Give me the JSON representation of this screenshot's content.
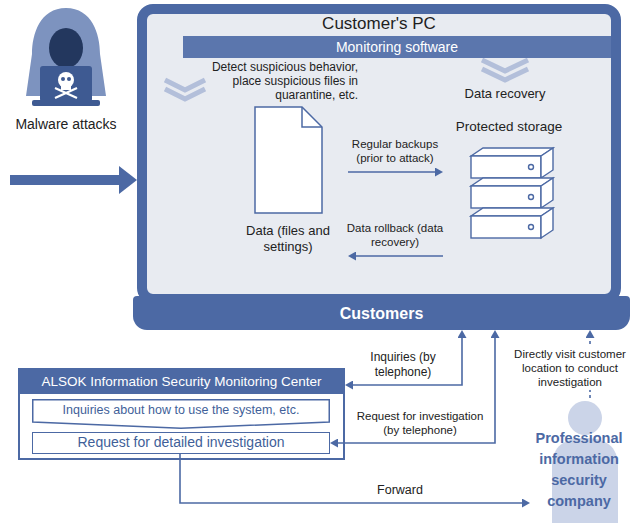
{
  "diagram": {
    "nodes": [
      {
        "text": [
          "Malware attacks"
        ]
      },
      {
        "text": [
          "Customer's PC"
        ]
      },
      {
        "text": [
          "Monitoring software"
        ],
        "in": 1
      },
      {
        "text": [
          "Data (files and settings)"
        ],
        "in": 1
      },
      {
        "text": [
          "Protected storage"
        ],
        "in": 1
      },
      {
        "text": [
          "Customers"
        ]
      },
      {
        "text": [
          "ALSOK Information Security Monitoring Center"
        ]
      },
      {
        "text": [
          "Inquiries about how to use the system, etc."
        ],
        "in": 6
      },
      {
        "text": [
          "Request for detailed investigation"
        ],
        "in": 6
      },
      {
        "text": [
          "Professional information security company"
        ]
      }
    ],
    "edges": [
      {
        "from": 0,
        "to": 1,
        "arrow": "to"
      },
      {
        "from": 3,
        "to": 4,
        "label": "Regular backups (prior to attack)",
        "arrow": "to"
      },
      {
        "from": 4,
        "to": 3,
        "label": "Data rollback (data recovery)",
        "arrow": "to"
      },
      {
        "from": 5,
        "to": 6,
        "label": "Inquiries (by telephone)",
        "arrow": "both"
      },
      {
        "from": 5,
        "to": 8,
        "label": "Request for investigation (by telephone)",
        "arrow": "both"
      },
      {
        "from": 8,
        "to": 9,
        "label": "Forward",
        "arrow": "to"
      },
      {
        "from": 9,
        "to": 5,
        "label": "Directly visit customer location to conduct investigation",
        "arrow": "to"
      }
    ],
    "labels": [
      "Detect suspicious behavior, place suspicious files in quarantine, etc.",
      "Data recovery"
    ]
  }
}
